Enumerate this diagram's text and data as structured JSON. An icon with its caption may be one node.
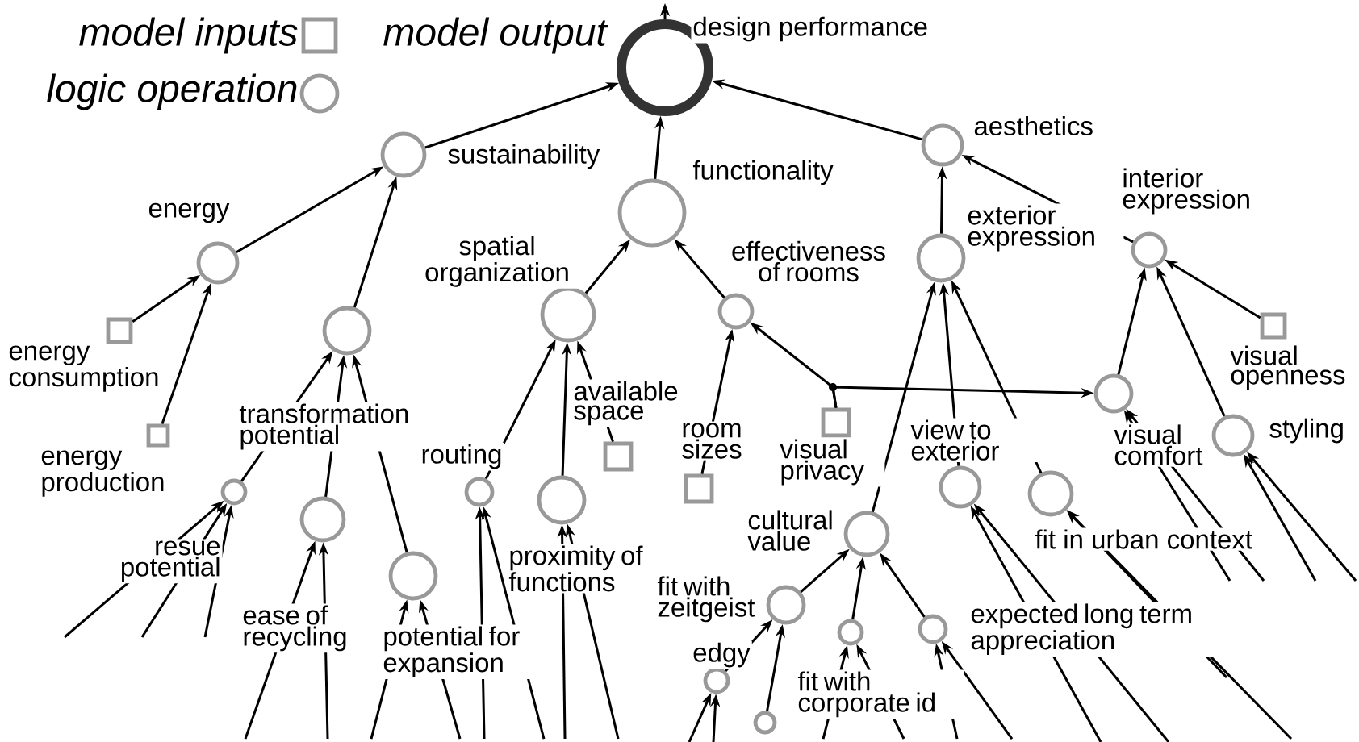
{
  "diagram": {
    "nodes": [
      {
        "text": [],
        "shape": "circle",
        "beside": [
          "design performance"
        ]
      },
      {
        "text": [],
        "shape": "circle",
        "beside": [
          "sustainability"
        ]
      },
      {
        "text": [],
        "shape": "circle",
        "beside": [
          "functionality"
        ]
      },
      {
        "text": [],
        "shape": "circle",
        "beside": [
          "aesthetics"
        ]
      },
      {
        "text": [],
        "shape": "circle",
        "beside": [
          "energy"
        ]
      },
      {
        "text": [],
        "shape": "box",
        "beside": [
          "energy consumption"
        ]
      },
      {
        "text": [],
        "shape": "box",
        "beside": [
          "energy production"
        ]
      },
      {
        "text": [],
        "shape": "circle",
        "beside": [
          "transformation potential"
        ]
      },
      {
        "text": [],
        "shape": "circle",
        "beside": [
          "resue potential"
        ]
      },
      {
        "text": [],
        "shape": "circle",
        "beside": [
          "ease of recycling"
        ]
      },
      {
        "text": [],
        "shape": "circle",
        "beside": [
          "potential for expansion"
        ]
      },
      {
        "text": [],
        "shape": "circle",
        "beside": [
          "spatial organization"
        ]
      },
      {
        "text": [],
        "shape": "circle",
        "beside": [
          "routing"
        ]
      },
      {
        "text": [],
        "shape": "circle",
        "beside": [
          "proximity of functions"
        ]
      },
      {
        "text": [],
        "shape": "box",
        "beside": [
          "available space"
        ]
      },
      {
        "text": [],
        "shape": "circle",
        "beside": [
          "effectiveness of rooms"
        ]
      },
      {
        "text": [],
        "shape": "box",
        "beside": [
          "room sizes"
        ]
      },
      {
        "text": [],
        "shape": "box",
        "beside": [
          "visual privacy"
        ]
      },
      {
        "text": [],
        "shape": "circle",
        "beside": [
          "exterior expression"
        ]
      },
      {
        "text": [],
        "shape": "circle",
        "beside": [
          "interior expression"
        ]
      },
      {
        "text": [],
        "shape": "box",
        "beside": [
          "visual openness"
        ]
      },
      {
        "text": [],
        "shape": "circle",
        "beside": [
          "cultural value"
        ]
      },
      {
        "text": [],
        "shape": "circle",
        "beside": [
          "view to exterior"
        ]
      },
      {
        "text": [],
        "shape": "circle",
        "beside": [
          "fit in urban context"
        ]
      },
      {
        "text": [],
        "shape": "circle",
        "beside": [
          "visual comfort"
        ]
      },
      {
        "text": [],
        "shape": "circle",
        "beside": [
          "styling"
        ]
      },
      {
        "text": [],
        "shape": "circle",
        "beside": [
          "fit with zeitgeist"
        ]
      },
      {
        "text": [],
        "shape": "circle",
        "beside": [
          "edgy"
        ]
      },
      {
        "text": [],
        "shape": "circle",
        "beside": [
          "fit with corporate id"
        ]
      },
      {
        "text": [],
        "shape": "circle",
        "beside": [
          "expected long term appreciation"
        ]
      },
      {
        "text": [],
        "shape": "circle"
      }
    ],
    "edges": [
      {
        "from": 0,
        "to": null,
        "arrow": "to"
      },
      {
        "from": 1,
        "to": 0,
        "arrow": "to"
      },
      {
        "from": 2,
        "to": 0,
        "arrow": "to"
      },
      {
        "from": 3,
        "to": 0,
        "arrow": "to"
      },
      {
        "from": 4,
        "to": 1,
        "arrow": "to"
      },
      {
        "from": 7,
        "to": 1,
        "arrow": "to"
      },
      {
        "from": 5,
        "to": 4,
        "arrow": "to"
      },
      {
        "from": 6,
        "to": 4,
        "arrow": "to"
      },
      {
        "from": 8,
        "to": 7,
        "arrow": "to"
      },
      {
        "from": 9,
        "to": 7,
        "arrow": "to"
      },
      {
        "from": 10,
        "to": 7,
        "arrow": "to"
      },
      {
        "from": 11,
        "to": 2,
        "arrow": "to"
      },
      {
        "from": 15,
        "to": 2,
        "arrow": "to"
      },
      {
        "from": 12,
        "to": 11,
        "arrow": "to"
      },
      {
        "from": 13,
        "to": 11,
        "arrow": "to"
      },
      {
        "from": 14,
        "to": 11,
        "arrow": "to"
      },
      {
        "from": 16,
        "to": 15,
        "arrow": "to"
      },
      {
        "from": 17,
        "to": 15,
        "arrow": "to"
      },
      {
        "from": 17,
        "to": 24,
        "arrow": "to"
      },
      {
        "from": 18,
        "to": 3,
        "arrow": "to"
      },
      {
        "from": 19,
        "to": 3,
        "arrow": "to"
      },
      {
        "from": 21,
        "to": 18,
        "arrow": "to"
      },
      {
        "from": 22,
        "to": 18,
        "arrow": "to"
      },
      {
        "from": 23,
        "to": 18,
        "arrow": "to"
      },
      {
        "from": 24,
        "to": 19,
        "arrow": "to"
      },
      {
        "from": 25,
        "to": 19,
        "arrow": "to"
      },
      {
        "from": 20,
        "to": 19,
        "arrow": "to"
      },
      {
        "from": 26,
        "to": 21,
        "arrow": "to"
      },
      {
        "from": 28,
        "to": 21,
        "arrow": "to"
      },
      {
        "from": 29,
        "to": 21,
        "arrow": "to"
      },
      {
        "from": 27,
        "to": 26,
        "arrow": "to"
      },
      {
        "from": 30,
        "to": 26,
        "arrow": "to"
      },
      {
        "from": null,
        "to": 8,
        "arrow": "to"
      },
      {
        "from": null,
        "to": 8,
        "arrow": "to"
      },
      {
        "from": null,
        "to": 8,
        "arrow": "to"
      },
      {
        "from": null,
        "to": 9,
        "arrow": "to"
      },
      {
        "from": null,
        "to": 9,
        "arrow": "to"
      },
      {
        "from": null,
        "to": 10,
        "arrow": "to"
      },
      {
        "from": null,
        "to": 10,
        "arrow": "to"
      },
      {
        "from": null,
        "to": 12,
        "arrow": "to"
      },
      {
        "from": null,
        "to": 12,
        "arrow": "to"
      },
      {
        "from": null,
        "to": 13,
        "arrow": "to"
      },
      {
        "from": null,
        "to": 13,
        "arrow": "to"
      },
      {
        "from": null,
        "to": 27,
        "arrow": "to"
      },
      {
        "from": null,
        "to": 27,
        "arrow": "to"
      },
      {
        "from": null,
        "to": 28,
        "arrow": "to"
      },
      {
        "from": null,
        "to": 28,
        "arrow": "to"
      },
      {
        "from": null,
        "to": 29,
        "arrow": "to"
      },
      {
        "from": null,
        "to": 29,
        "arrow": "to"
      },
      {
        "from": null,
        "to": 22,
        "arrow": "to"
      },
      {
        "from": null,
        "to": 22,
        "arrow": "to"
      },
      {
        "from": null,
        "to": 23,
        "arrow": "to"
      },
      {
        "from": null,
        "to": 23,
        "arrow": "to"
      },
      {
        "from": null,
        "to": 24,
        "arrow": "to"
      },
      {
        "from": null,
        "to": 24,
        "arrow": "to"
      },
      {
        "from": null,
        "to": 25,
        "arrow": "to"
      },
      {
        "from": null,
        "to": 25,
        "arrow": "to"
      }
    ],
    "labels": [
      "model output"
    ],
    "legend": [
      {
        "text": "model inputs"
      },
      {
        "text": "logic operation"
      }
    ]
  }
}
